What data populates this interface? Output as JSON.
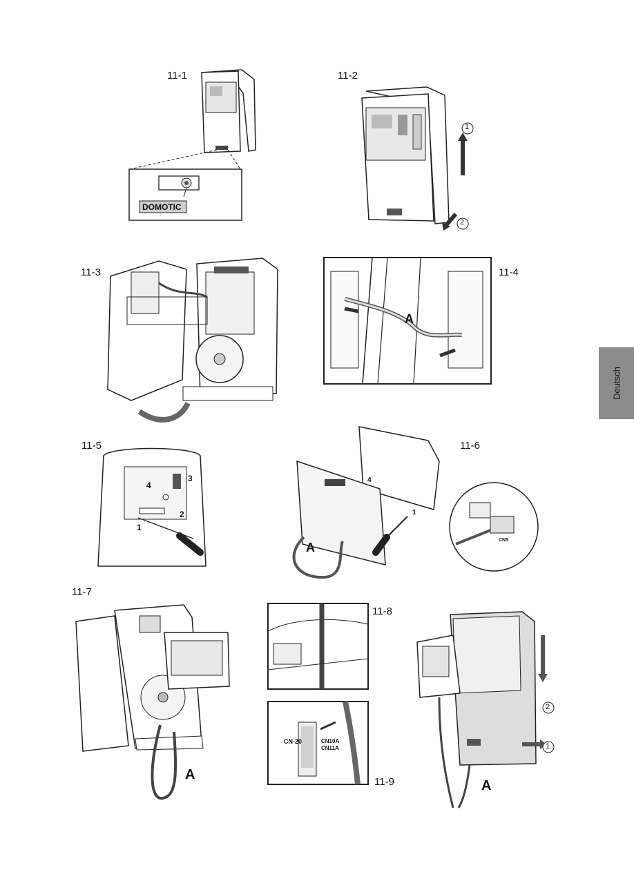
{
  "figures": {
    "f11_1": {
      "label": "11-1",
      "tag": "DOMOTIC"
    },
    "f11_2": {
      "label": "11-2",
      "step1": "1",
      "step2": "2"
    },
    "f11_3": {
      "label": "11-3"
    },
    "f11_4": {
      "label": "11-4",
      "callout": "A"
    },
    "f11_5": {
      "label": "11-5",
      "n1": "1",
      "n2": "2",
      "n3": "3",
      "n4": "4"
    },
    "f11_6": {
      "label": "11-6",
      "callout": "A",
      "n1": "1",
      "n4": "4",
      "conn": "CN5"
    },
    "f11_7": {
      "label": "11-7",
      "callout": "A"
    },
    "f11_8": {
      "label": "11-8"
    },
    "f11_9": {
      "label": "11-9",
      "cn20": "CN-20",
      "cn10a": "CN10A",
      "cn11a": "CN11A"
    },
    "f11_10": {
      "callout": "A",
      "step1": "1",
      "step2": "2"
    }
  },
  "side_tab": {
    "text": "Deutsch"
  },
  "colors": {
    "tab": "#8c8c8c",
    "line": "#222222",
    "panel": "#d9d9d9"
  }
}
